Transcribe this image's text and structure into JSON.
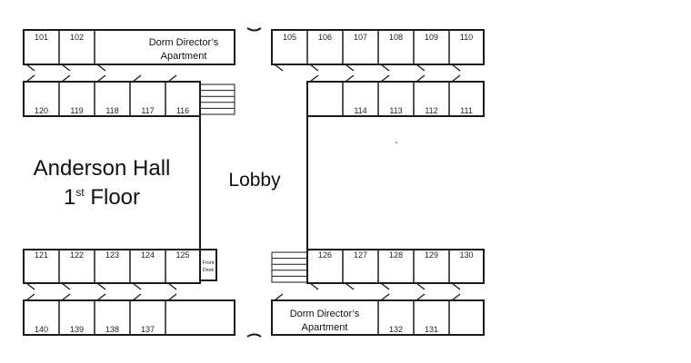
{
  "building": {
    "name": "Anderson Hall",
    "floor_number": "1",
    "floor_suffix": "st",
    "floor_word": "Floor"
  },
  "lobby_label": "Lobby",
  "front_desk": {
    "line1": "Front",
    "line2": "Desk"
  },
  "directors_apartment": {
    "line1": "Dorm Director’s",
    "line2": "Apartment"
  },
  "rooms": {
    "top_left_outer": [
      "101",
      "102",
      ""
    ],
    "top_left_inner": [
      "120",
      "119",
      "118",
      "117",
      "116"
    ],
    "top_right_outer": [
      "105",
      "106",
      "107",
      "108",
      "109",
      "110"
    ],
    "top_right_inner": [
      "",
      "114",
      "113",
      "112",
      "111"
    ],
    "bottom_left_inner": [
      "121",
      "122",
      "123",
      "124",
      "125"
    ],
    "bottom_left_outer": [
      "140",
      "139",
      "138",
      "137",
      ""
    ],
    "bottom_right_inner": [
      "126",
      "127",
      "128",
      "129",
      "130"
    ],
    "bottom_right_outer": [
      "",
      "132",
      "131"
    ]
  },
  "colors": {
    "wall": "#1a1a1a",
    "background": "#ffffff",
    "text": "#111111"
  }
}
